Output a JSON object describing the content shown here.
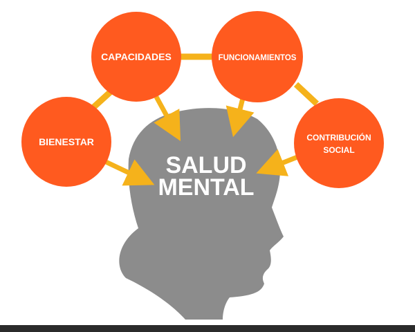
{
  "colors": {
    "circle": "#FF5A1F",
    "connector": "#F5B21B",
    "head": "#8C8C8C",
    "text": "#FFFFFF"
  },
  "center": {
    "line1": "SALUD",
    "line2": "MENTAL"
  },
  "nodes": [
    {
      "label_lines": [
        "CAPACIDADES"
      ]
    },
    {
      "label_lines": [
        "FUNCIONAMIENTOS"
      ]
    },
    {
      "label_lines": [
        "BIENESTAR"
      ]
    },
    {
      "label_lines": [
        "CONTRIBUCIÓN",
        "SOCIAL"
      ]
    }
  ],
  "icons": {
    "head": "head-silhouette-icon"
  }
}
